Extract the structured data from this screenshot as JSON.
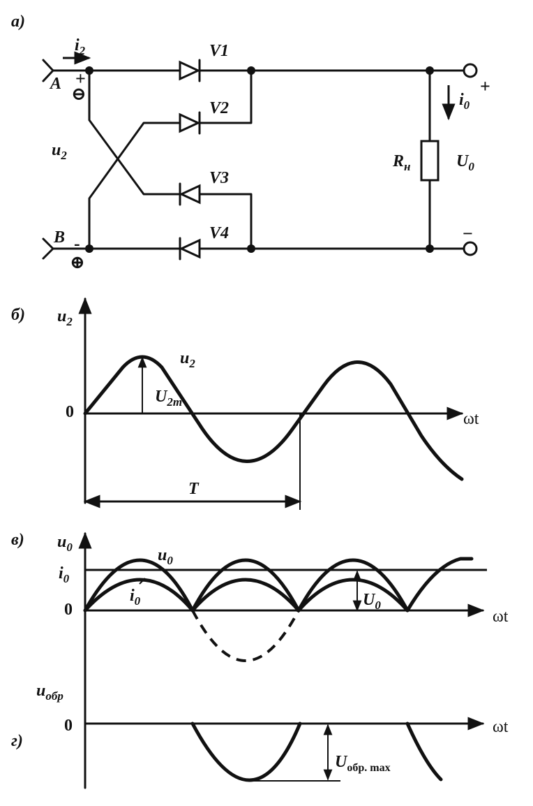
{
  "panels": {
    "a": {
      "part_label": "а)",
      "current_i2": "i",
      "current_i2_sub": "2",
      "node_a": "A",
      "node_b": "B",
      "node_a_polarity_top": "+",
      "node_a_polarity_bottom": "⊖",
      "node_b_polarity_top": "-",
      "node_b_polarity_bottom": "⊕",
      "voltage_u2": "u",
      "voltage_u2_sub": "2",
      "diodes": [
        "V1",
        "V2",
        "V3",
        "V4"
      ],
      "current_i0": "i",
      "current_i0_sub": "0",
      "load": "R",
      "load_sub": "н",
      "output_voltage": "U",
      "output_voltage_sub": "0",
      "terminal_plus": "+",
      "terminal_minus": "−"
    },
    "b": {
      "part_label": "б)",
      "y_axis": "u",
      "y_axis_sub": "2",
      "zero": "0",
      "curve_label": "u",
      "curve_label_sub": "2",
      "amplitude": "U",
      "amplitude_sub": "2m",
      "period": "T",
      "x_axis": "ωt"
    },
    "c": {
      "part_label": "в)",
      "y_axis_u0": "u",
      "y_axis_u0_sub": "0",
      "y_axis_i0": "i",
      "y_axis_i0_sub": "0",
      "zero": "0",
      "curve_u0": "u",
      "curve_u0_sub": "0",
      "curve_i0": "i",
      "curve_i0_sub": "0",
      "mean_value": "U",
      "mean_value_sub": "0",
      "x_axis": "ωt",
      "reverse_voltage": "u",
      "reverse_voltage_sub": "обр"
    },
    "d": {
      "part_label": "г)",
      "zero": "0",
      "x_axis": "ωt",
      "max_reverse": "U",
      "max_reverse_sub": "обр. max"
    }
  }
}
